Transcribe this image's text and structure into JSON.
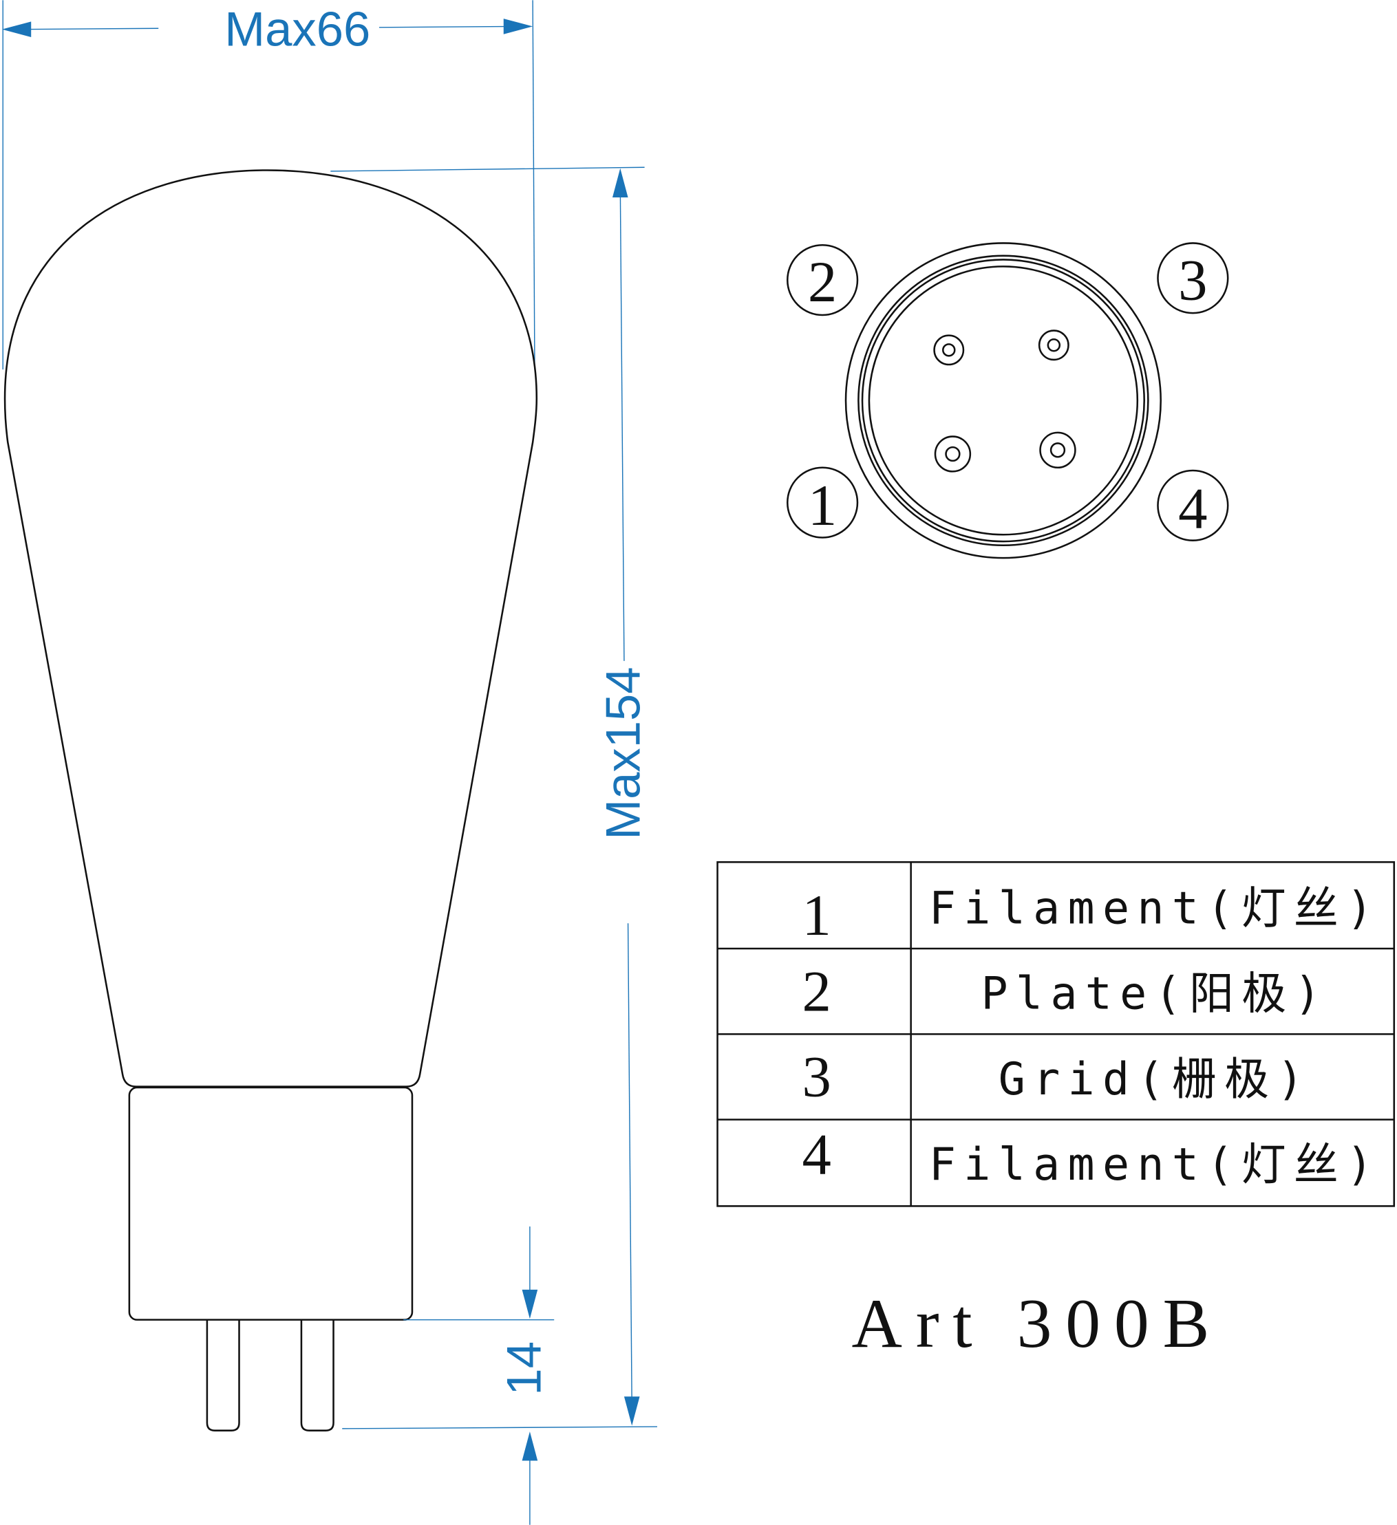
{
  "dimensions": {
    "width_label": "Max66",
    "height_label": "Max154",
    "pin_length_label": "14"
  },
  "pin_labels": [
    "1",
    "2",
    "3",
    "4"
  ],
  "pin_table": [
    {
      "pin": "1",
      "function": "Filament(灯丝)"
    },
    {
      "pin": "2",
      "function": "Plate(阳极)"
    },
    {
      "pin": "3",
      "function": "Grid(栅极)"
    },
    {
      "pin": "4",
      "function": "Filament(灯丝)"
    }
  ],
  "title": "Art 300B",
  "colors": {
    "dimension": "#1a74b8",
    "line": "#111111"
  }
}
